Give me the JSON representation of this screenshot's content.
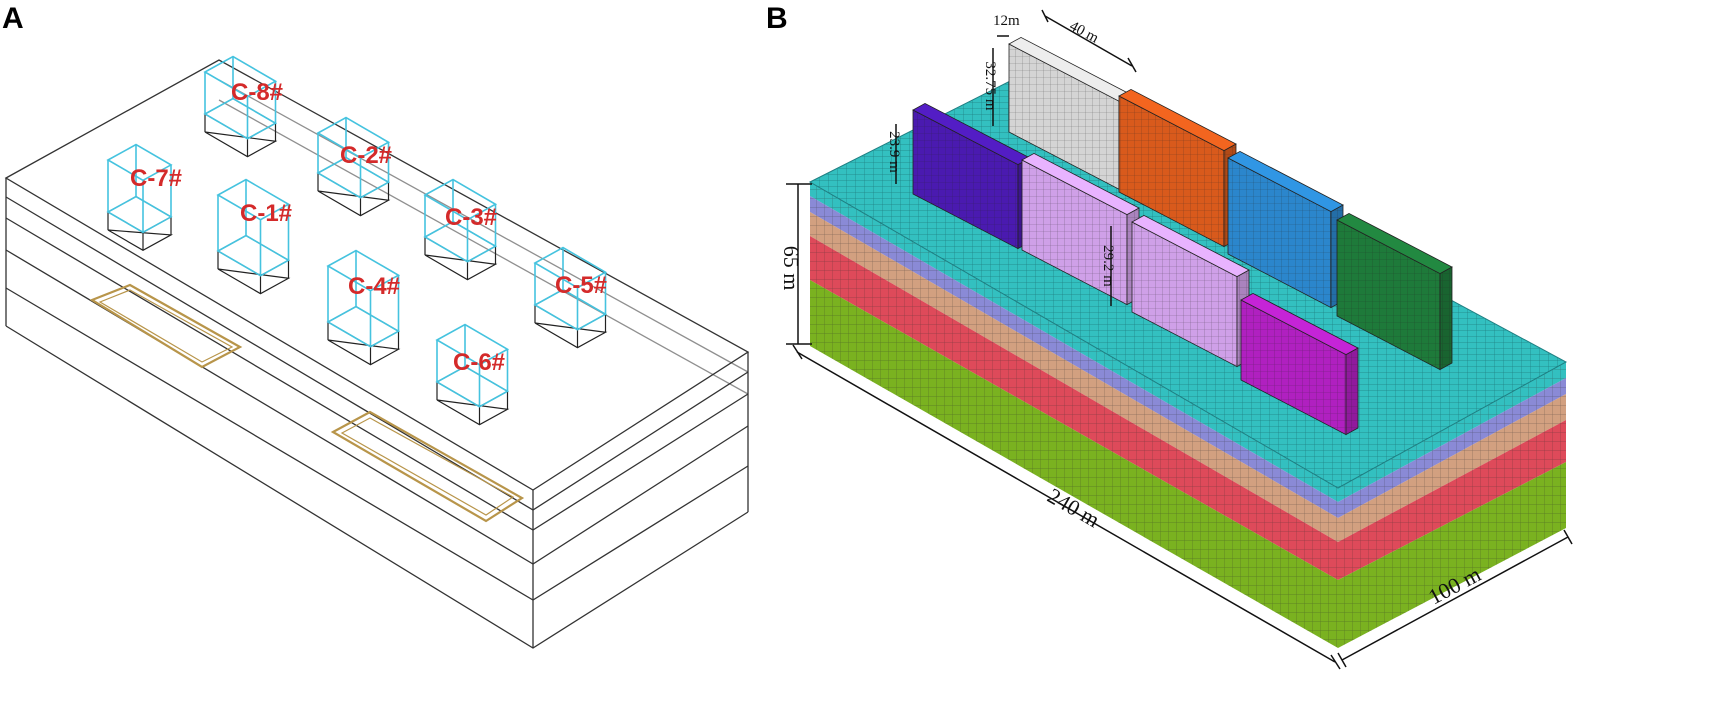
{
  "figure": {
    "panel_a": {
      "letter": "A",
      "buildings": [
        {
          "id": "c7",
          "label": "C-7#"
        },
        {
          "id": "c8",
          "label": "C-8#"
        },
        {
          "id": "c1",
          "label": "C-1#"
        },
        {
          "id": "c2",
          "label": "C-2#"
        },
        {
          "id": "c4",
          "label": "C-4#"
        },
        {
          "id": "c3",
          "label": "C-3#"
        },
        {
          "id": "c6",
          "label": "C-6#"
        },
        {
          "id": "c5",
          "label": "C-5#"
        }
      ]
    },
    "panel_b": {
      "letter": "B",
      "dimensions": {
        "length": "240 m",
        "width": "100 m",
        "depth": "65 m",
        "building_thickness": "12m",
        "building_length": "40 m",
        "height_1": "32.75 m",
        "height_2": "23.9 m",
        "height_3": "29.2 m"
      }
    }
  },
  "colors": {
    "outline": "#333333",
    "building_wireframe": "#45c3df",
    "tunnel": "#b8954a",
    "label_red": "#d42a2a",
    "mesh_top": "#33c0c0",
    "layer_periwinkle": "#8a8ad6",
    "layer_tan": "#d2a080",
    "layer_red": "#de4a5a",
    "layer_green": "#7ab220",
    "bldg_gray": "#d4d4d4",
    "bldg_orange": "#d95a1c",
    "bldg_blue": "#2b86cc",
    "bldg_green": "#1e7a3a",
    "bldg_indigo": "#4a1ab0",
    "bldg_lavender": "#cfa0e8",
    "bldg_magenta": "#b020c0"
  }
}
